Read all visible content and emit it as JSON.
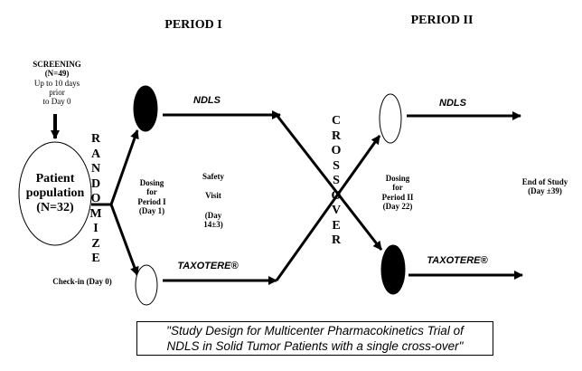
{
  "periods": {
    "period1": "PERIOD I",
    "period2": "PERIOD II"
  },
  "screening": {
    "title": "SCREENING",
    "count": "(N=49)",
    "line1": "Up to 10 days",
    "line2": "prior",
    "line3": "to Day 0"
  },
  "population": {
    "line1": "Patient",
    "line2": "population",
    "line3": "(N=32)"
  },
  "randomize_letters": [
    "R",
    "A",
    "N",
    "D",
    "O",
    "M",
    "I",
    "Z",
    "E"
  ],
  "crossover_letters": [
    "C",
    "R",
    "O",
    "S",
    "S",
    "O",
    "V",
    "E",
    "R"
  ],
  "checkin": "Check-in (Day 0)",
  "dosing1": [
    "Dosing",
    "for",
    "Period I",
    "(Day 1)"
  ],
  "safety": [
    "Safety",
    "",
    "Visit",
    "",
    "(Day",
    "14±3)"
  ],
  "dosing2": [
    "Dosing",
    "for",
    "Period II",
    "(Day 22)"
  ],
  "end_of_study": [
    "End of Study",
    "(Day ±39)"
  ],
  "arms": {
    "top_left_label": "NDLS",
    "bottom_left_label": "TAXOTERE®",
    "top_right_label": "NDLS",
    "bottom_right_label": "TAXOTERE®"
  },
  "caption": {
    "line1": "\"Study Design for Multicenter  Pharmacokinetics Trial  of",
    "line2": "NDLS  in Solid Tumor Patients with a single cross-over\""
  },
  "colors": {
    "line": "#000000",
    "filled_node": "#000000",
    "empty_node": "#ffffff"
  }
}
